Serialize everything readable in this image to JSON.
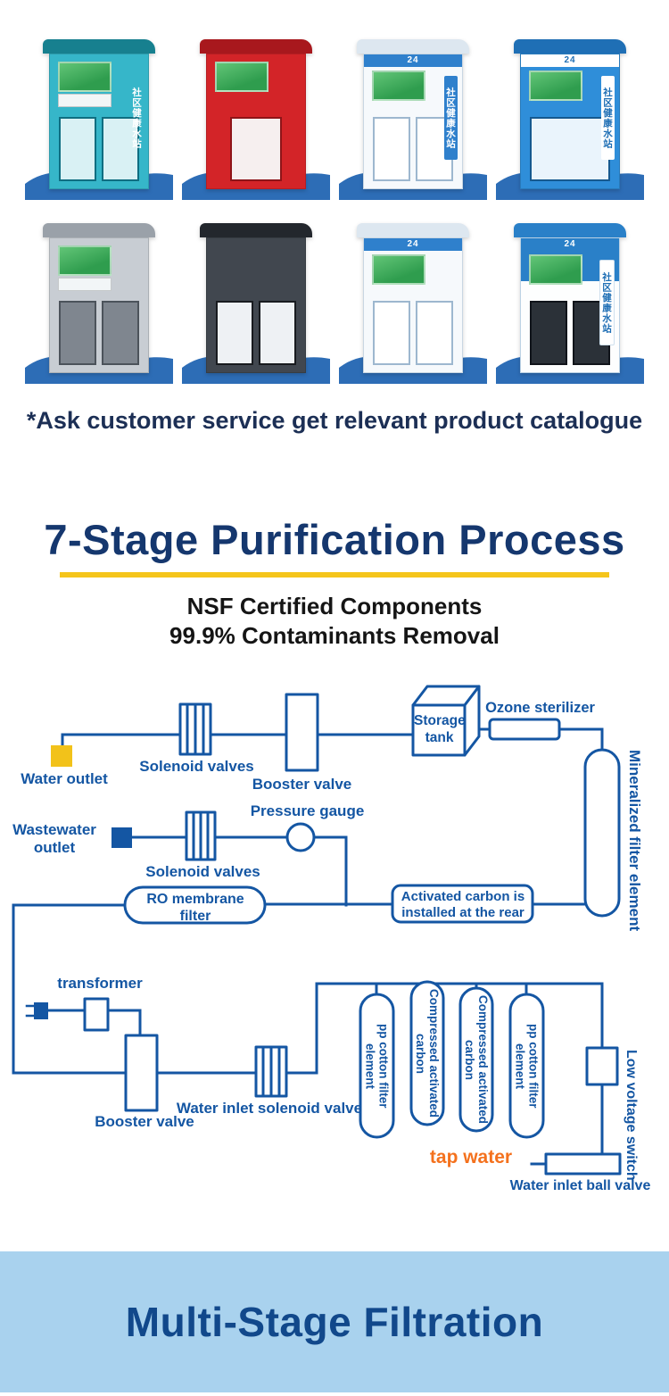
{
  "products": {
    "caption": "*Ask customer service get relevant product catalogue",
    "machines": [
      {
        "color": "teal",
        "sign": "社区健康水站",
        "badge": ""
      },
      {
        "color": "red",
        "sign": "",
        "badge": ""
      },
      {
        "color": "white-blue",
        "sign": "社区健康水站",
        "badge": "24"
      },
      {
        "color": "blue",
        "sign": "社区健康水站",
        "badge": "24"
      },
      {
        "color": "stainless-steel",
        "sign": "",
        "badge": ""
      },
      {
        "color": "black",
        "sign": "",
        "badge": ""
      },
      {
        "color": "white",
        "sign": "",
        "badge": "24"
      },
      {
        "color": "blue-white",
        "sign": "社区健康水站",
        "badge": "24"
      }
    ]
  },
  "purification": {
    "title": "7-Stage Purification Process",
    "subtitle_line1": "NSF Certified Components",
    "subtitle_line2": "99.9% Contaminants Removal"
  },
  "diagram": {
    "water_outlet": "Water outlet",
    "solenoid_valves_1": "Solenoid valves",
    "booster_valve_1": "Booster valve",
    "storage_tank": "Storage tank",
    "ozone_sterilizer": "Ozone sterilizer",
    "mineralized_filter": "Mineralized filter element",
    "wastewater_outlet": "Wastewater outlet",
    "solenoid_valves_2": "Solenoid valves",
    "pressure_gauge": "Pressure gauge",
    "ro_membrane_filter": "RO membrane filter",
    "activated_carbon_note": "Activated carbon is installed at the rear",
    "transformer": "transformer",
    "booster_valve_2": "Booster valve",
    "water_inlet_solenoid_valve": "Water inlet solenoid valve",
    "pp_cotton_filter_1": "pp cotton filter element",
    "compressed_carbon_1": "Compressed activated carbon",
    "compressed_carbon_2": "Compressed activated carbon",
    "pp_cotton_filter_2": "pp cotton filter element",
    "low_voltage_switch": "Low voltage switch",
    "tap_water": "tap water",
    "water_inlet_ball_valve": "Water inlet ball valve"
  },
  "footer": {
    "title": "Multi-Stage Filtration"
  },
  "colors": {
    "diagram_blue": "#1456a3",
    "underline_yellow": "#f5c51b",
    "title_navy": "#15376e",
    "tap_water_orange": "#f4711d",
    "footer_bg": "#a9d2ee",
    "wave_blue": "#2d6db6",
    "water_outlet_yellow": "#f2c21a"
  }
}
